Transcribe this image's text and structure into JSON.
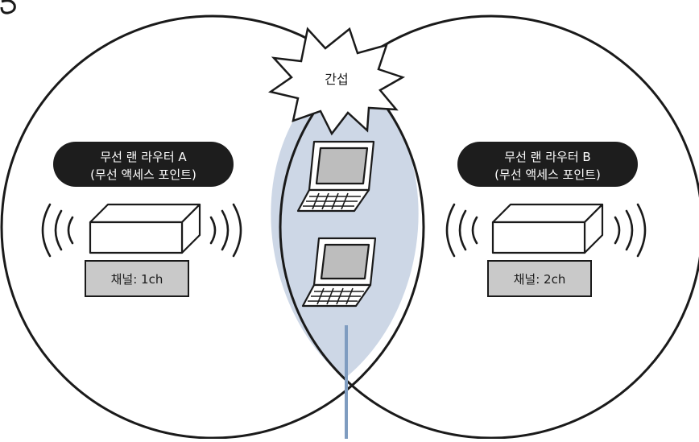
{
  "interference": {
    "label": "간섭"
  },
  "router_a": {
    "title_line1": "무선 랜 라우터 A",
    "title_line2": "(무선 액세스 포인트)",
    "channel": "채널: 1ch"
  },
  "router_b": {
    "title_line1": "무선 랜 라우터 B",
    "title_line2": "(무선 액세스 포인트)",
    "channel": "채널: 2ch"
  },
  "colors": {
    "overlap_fill": "#cdd7e6",
    "pointer_line": "#7f9cc0",
    "pill_bg": "#1d1d1d",
    "channel_bg": "#c9c9c9",
    "outline": "#1a1a1a"
  }
}
